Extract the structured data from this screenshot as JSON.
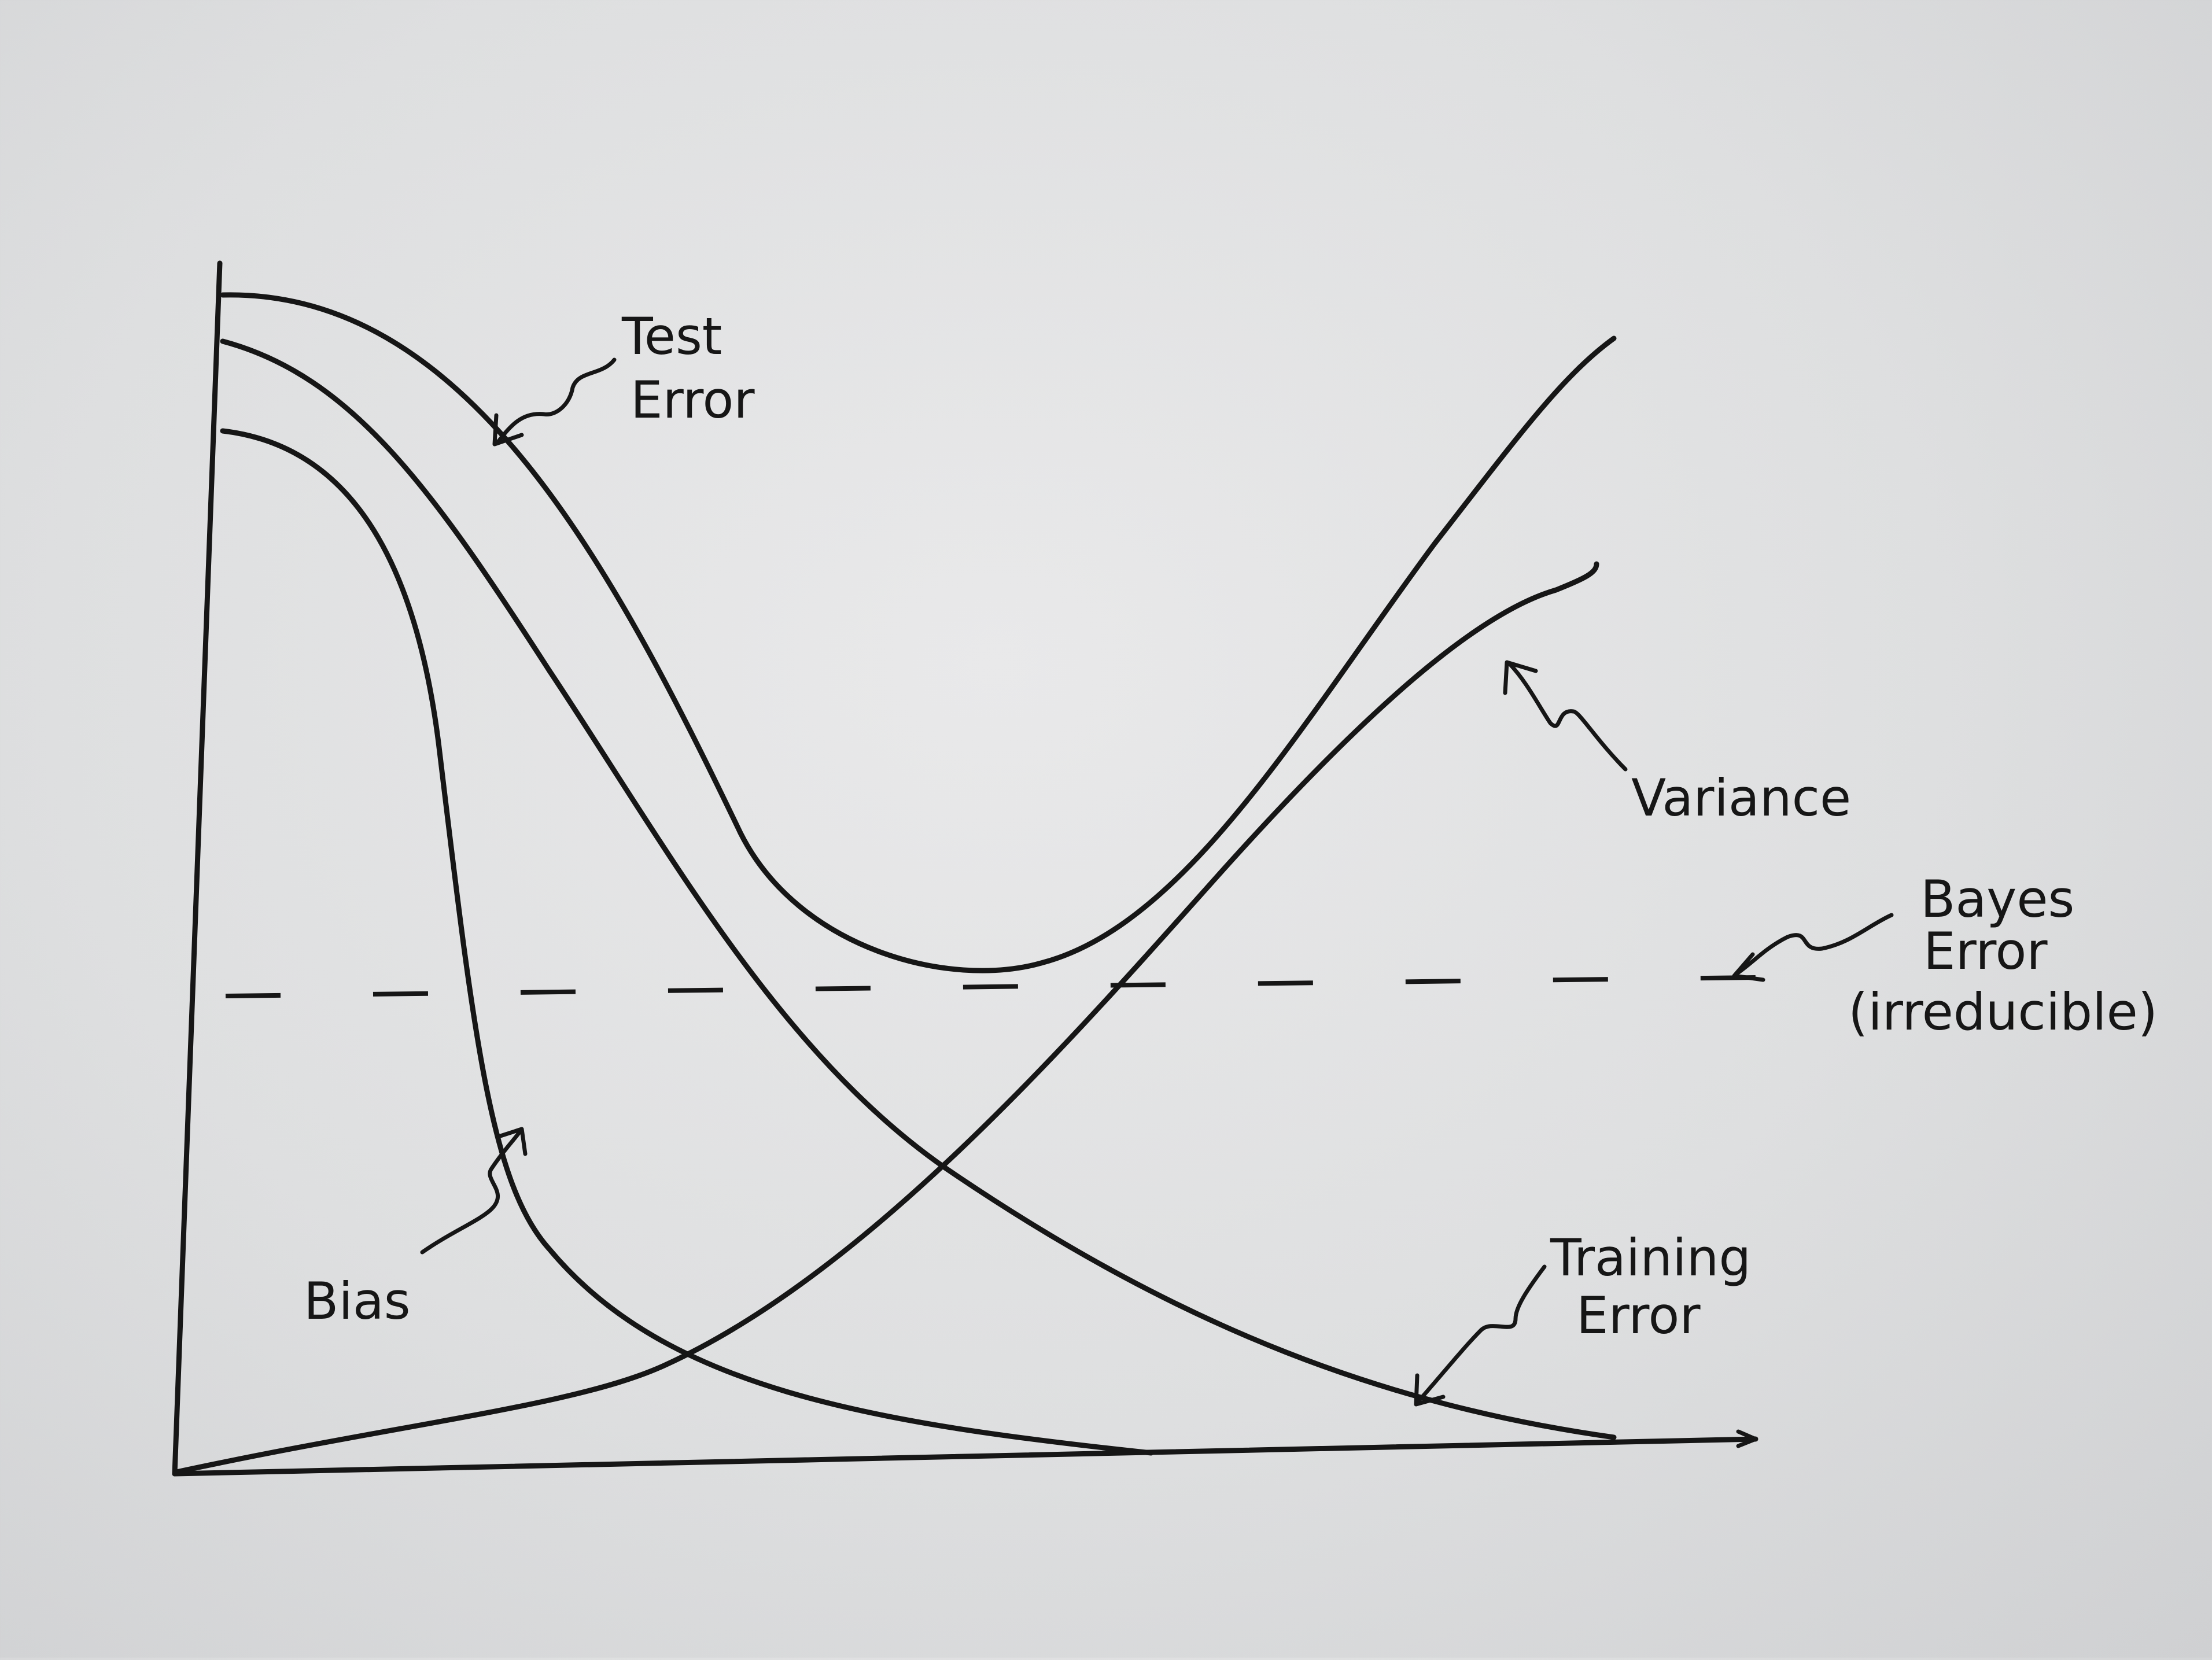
{
  "labels": {
    "test_error": [
      "Test",
      "Error"
    ],
    "variance": "Variance",
    "bayes_error": [
      "Bayes",
      "Error",
      "(irreducible)"
    ],
    "bias": "Bias",
    "training_error": [
      "Training",
      "Error"
    ]
  },
  "colors": {
    "ink": "#161616",
    "paper": "#e3e4e5"
  }
}
